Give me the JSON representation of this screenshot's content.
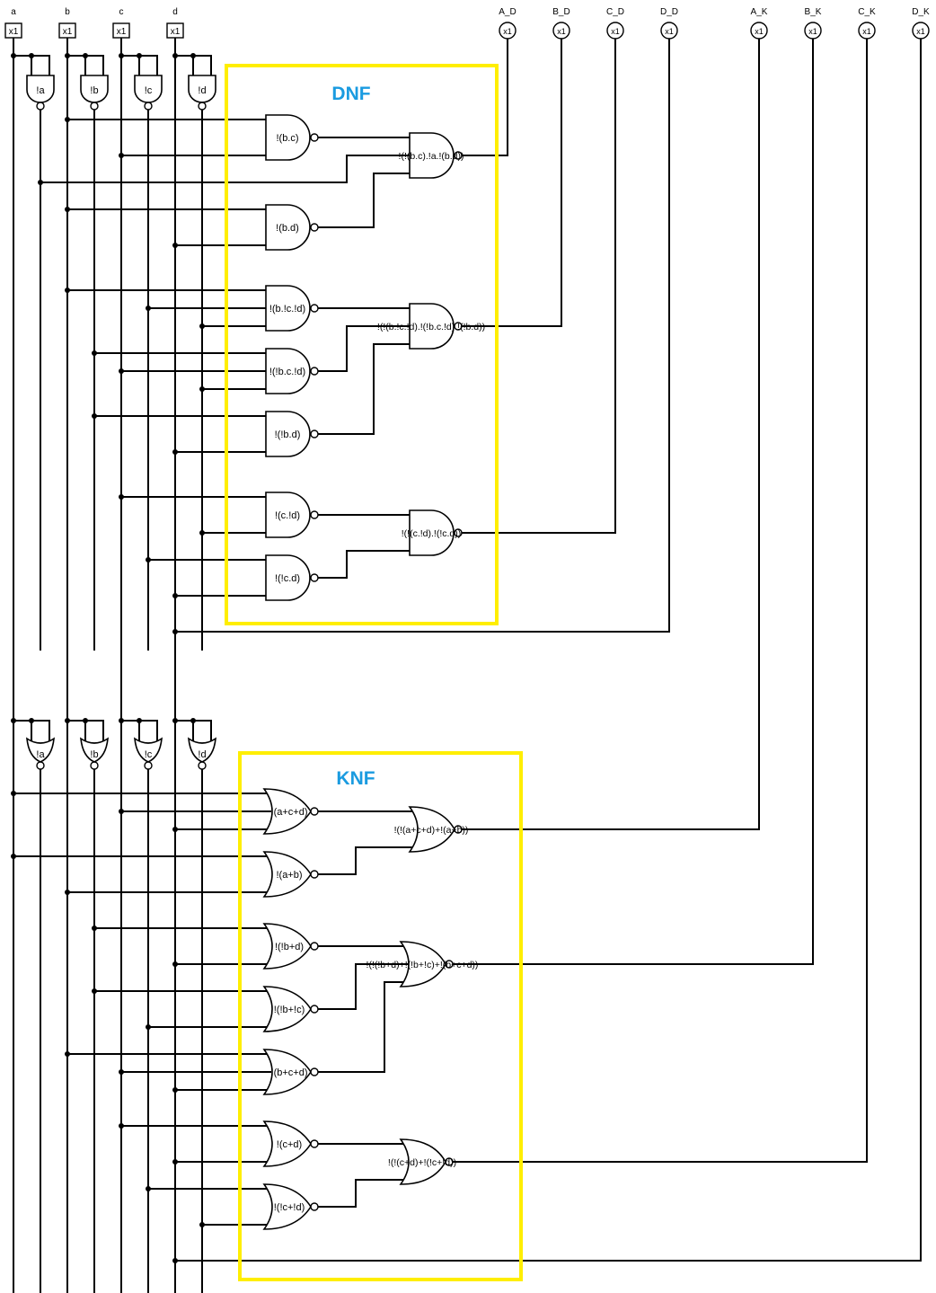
{
  "inputs": [
    {
      "name": "a",
      "box": "x1"
    },
    {
      "name": "b",
      "box": "x1"
    },
    {
      "name": "c",
      "box": "x1"
    },
    {
      "name": "d",
      "box": "x1"
    }
  ],
  "outputs": [
    {
      "name": "A_D",
      "box": "x1"
    },
    {
      "name": "B_D",
      "box": "x1"
    },
    {
      "name": "C_D",
      "box": "x1"
    },
    {
      "name": "D_D",
      "box": "x1"
    },
    {
      "name": "A_K",
      "box": "x1"
    },
    {
      "name": "B_K",
      "box": "x1"
    },
    {
      "name": "C_K",
      "box": "x1"
    },
    {
      "name": "D_K",
      "box": "x1"
    }
  ],
  "dnf": {
    "title": "DNF",
    "inverters": [
      "!a",
      "!b",
      "!c",
      "!d"
    ],
    "gates": [
      "!(b.c)",
      "!(b.d)",
      "!(b.!c.!d)",
      "!(!b.c.!d)",
      "!(!b.d)",
      "!(c.!d)",
      "!(!c.d)"
    ],
    "outputs": [
      "!(!(b.c).!a.!(b.d))",
      "!(!(b.!c.!d).!(!b.c.!d).!(!b.d))",
      "!(!(c.!d).!(!c.d))"
    ]
  },
  "knf": {
    "title": "KNF",
    "inverters": [
      "!a",
      "!b",
      "!c",
      "!d"
    ],
    "gates": [
      "!(a+c+d)",
      "!(a+b)",
      "!(!b+d)",
      "!(!b+!c)",
      "!(b+c+d)",
      "!(c+d)",
      "!(!c+!d)"
    ],
    "outputs": [
      "!(!(a+c+d)+!(a+b))",
      "!(!(!b+d)+!(!b+!c)+!(b+c+d))",
      "!(!(c+d)+!(!c+!d))"
    ]
  },
  "colors": {
    "box": "#ffee00",
    "title": "#1a9be0",
    "wire": "#000000"
  }
}
